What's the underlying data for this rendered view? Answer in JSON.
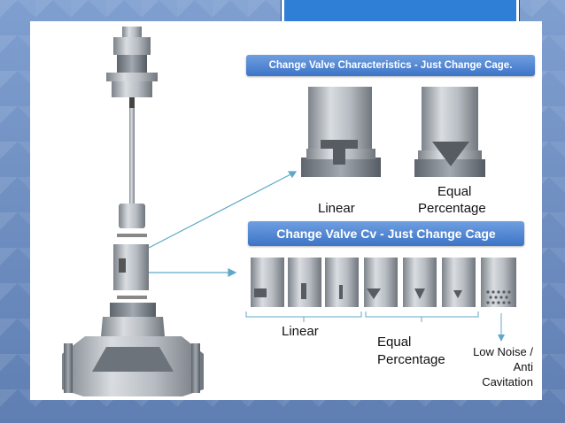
{
  "slide": {
    "banner_top": "Change Valve Characteristics - Just Change Cage.",
    "banner_mid": "Change Valve Cv - Just Change Cage"
  },
  "top_labels": {
    "linear": "Linear",
    "equal_line1": "Equal",
    "equal_line2": "Percentage"
  },
  "bottom_labels": {
    "linear": "Linear",
    "equal_line1": "Equal",
    "equal_line2": "Percentage",
    "low_noise_line1": "Low Noise /",
    "low_noise_line2": "Anti",
    "low_noise_line3": "Cavitation"
  },
  "colors": {
    "accent": "#2f7fd6",
    "banner": "#3d74c7",
    "arrow": "#5fa8c8",
    "metal": "#a9aeb4"
  }
}
